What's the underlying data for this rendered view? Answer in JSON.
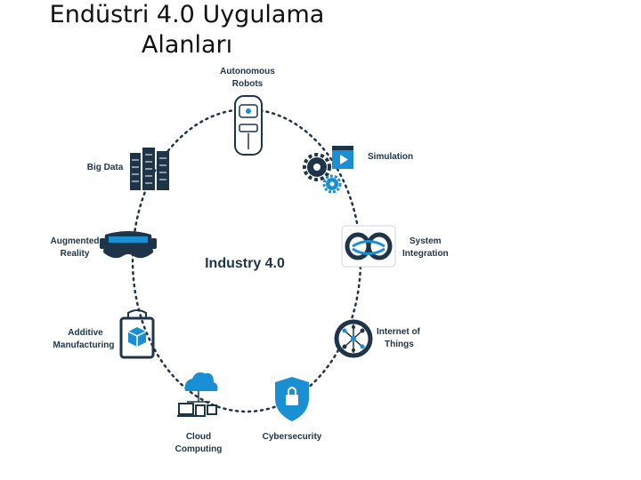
{
  "slide": {
    "title": "Endüstri 4.0 Uygulama\nAlanları"
  },
  "diagram": {
    "center": "Industry 4.0",
    "nodes": [
      {
        "id": "autonomous-robots",
        "line1": "Autonomous",
        "line2": "Robots",
        "icon": "robot-car-icon"
      },
      {
        "id": "simulation",
        "line1": "Simulation",
        "line2": "",
        "icon": "gears-video-icon"
      },
      {
        "id": "system-integration",
        "line1": "System",
        "line2": "Integration",
        "icon": "integration-loop-icon"
      },
      {
        "id": "internet-of-things",
        "line1": "Internet of",
        "line2": "Things",
        "icon": "network-globe-icon"
      },
      {
        "id": "cybersecurity",
        "line1": "Cybersecurity",
        "line2": "",
        "icon": "shield-lock-icon"
      },
      {
        "id": "cloud-computing",
        "line1": "Cloud",
        "line2": "Computing",
        "icon": "cloud-devices-icon"
      },
      {
        "id": "additive-manufacturing",
        "line1": "Additive",
        "line2": "Manufacturing",
        "icon": "3d-printer-icon"
      },
      {
        "id": "augmented-reality",
        "line1": "Augmented",
        "line2": "Reality",
        "icon": "vr-headset-icon"
      },
      {
        "id": "big-data",
        "line1": "Big Data",
        "line2": "",
        "icon": "server-racks-icon"
      }
    ],
    "colors": {
      "dark": "#1e3448",
      "accent": "#1b8fd3",
      "ring": "#1e3448"
    }
  }
}
